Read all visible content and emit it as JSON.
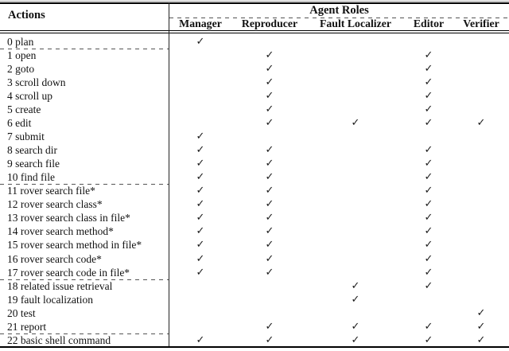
{
  "table": {
    "actions_header": "Actions",
    "roles_group_header": "Agent Roles",
    "roles": [
      "Manager",
      "Reproducer",
      "Fault Localizer",
      "Editor",
      "Verifier"
    ],
    "role_column_centers": [
      252,
      339,
      447,
      539,
      605
    ],
    "checkmark": "✓",
    "dashed_after_row_indexes": [
      0,
      10,
      17,
      21
    ],
    "rows": [
      {
        "label": "0 plan",
        "checks": [
          1,
          0,
          0,
          0,
          0
        ]
      },
      {
        "label": "1 open",
        "checks": [
          0,
          1,
          0,
          1,
          0
        ]
      },
      {
        "label": "2 goto",
        "checks": [
          0,
          1,
          0,
          1,
          0
        ]
      },
      {
        "label": "3 scroll down",
        "checks": [
          0,
          1,
          0,
          1,
          0
        ]
      },
      {
        "label": "4 scroll up",
        "checks": [
          0,
          1,
          0,
          1,
          0
        ]
      },
      {
        "label": "5 create",
        "checks": [
          0,
          1,
          0,
          1,
          0
        ]
      },
      {
        "label": "6 edit",
        "checks": [
          0,
          1,
          1,
          1,
          1
        ]
      },
      {
        "label": "7 submit",
        "checks": [
          1,
          0,
          0,
          0,
          0
        ]
      },
      {
        "label": "8 search dir",
        "checks": [
          1,
          1,
          0,
          1,
          0
        ]
      },
      {
        "label": "9 search file",
        "checks": [
          1,
          1,
          0,
          1,
          0
        ]
      },
      {
        "label": "10 find file",
        "checks": [
          1,
          1,
          0,
          1,
          0
        ]
      },
      {
        "label": "11 rover search file*",
        "checks": [
          1,
          1,
          0,
          1,
          0
        ]
      },
      {
        "label": "12 rover search class*",
        "checks": [
          1,
          1,
          0,
          1,
          0
        ]
      },
      {
        "label": "13 rover search class in file*",
        "checks": [
          1,
          1,
          0,
          1,
          0
        ]
      },
      {
        "label": "14 rover search method*",
        "checks": [
          1,
          1,
          0,
          1,
          0
        ]
      },
      {
        "label": "15 rover search method in file*",
        "checks": [
          1,
          1,
          0,
          1,
          0
        ]
      },
      {
        "label": "16 rover search code*",
        "checks": [
          1,
          1,
          0,
          1,
          0
        ]
      },
      {
        "label": "17 rover search code in file*",
        "checks": [
          1,
          1,
          0,
          1,
          0
        ]
      },
      {
        "label": "18 related issue retrieval",
        "checks": [
          0,
          0,
          1,
          1,
          0
        ]
      },
      {
        "label": "19 fault localization",
        "checks": [
          0,
          0,
          1,
          0,
          0
        ]
      },
      {
        "label": "20 test",
        "checks": [
          0,
          0,
          0,
          0,
          1
        ]
      },
      {
        "label": "21 report",
        "checks": [
          0,
          1,
          1,
          1,
          1
        ]
      },
      {
        "label": "22 basic shell command",
        "checks": [
          1,
          1,
          1,
          1,
          1
        ]
      }
    ]
  }
}
